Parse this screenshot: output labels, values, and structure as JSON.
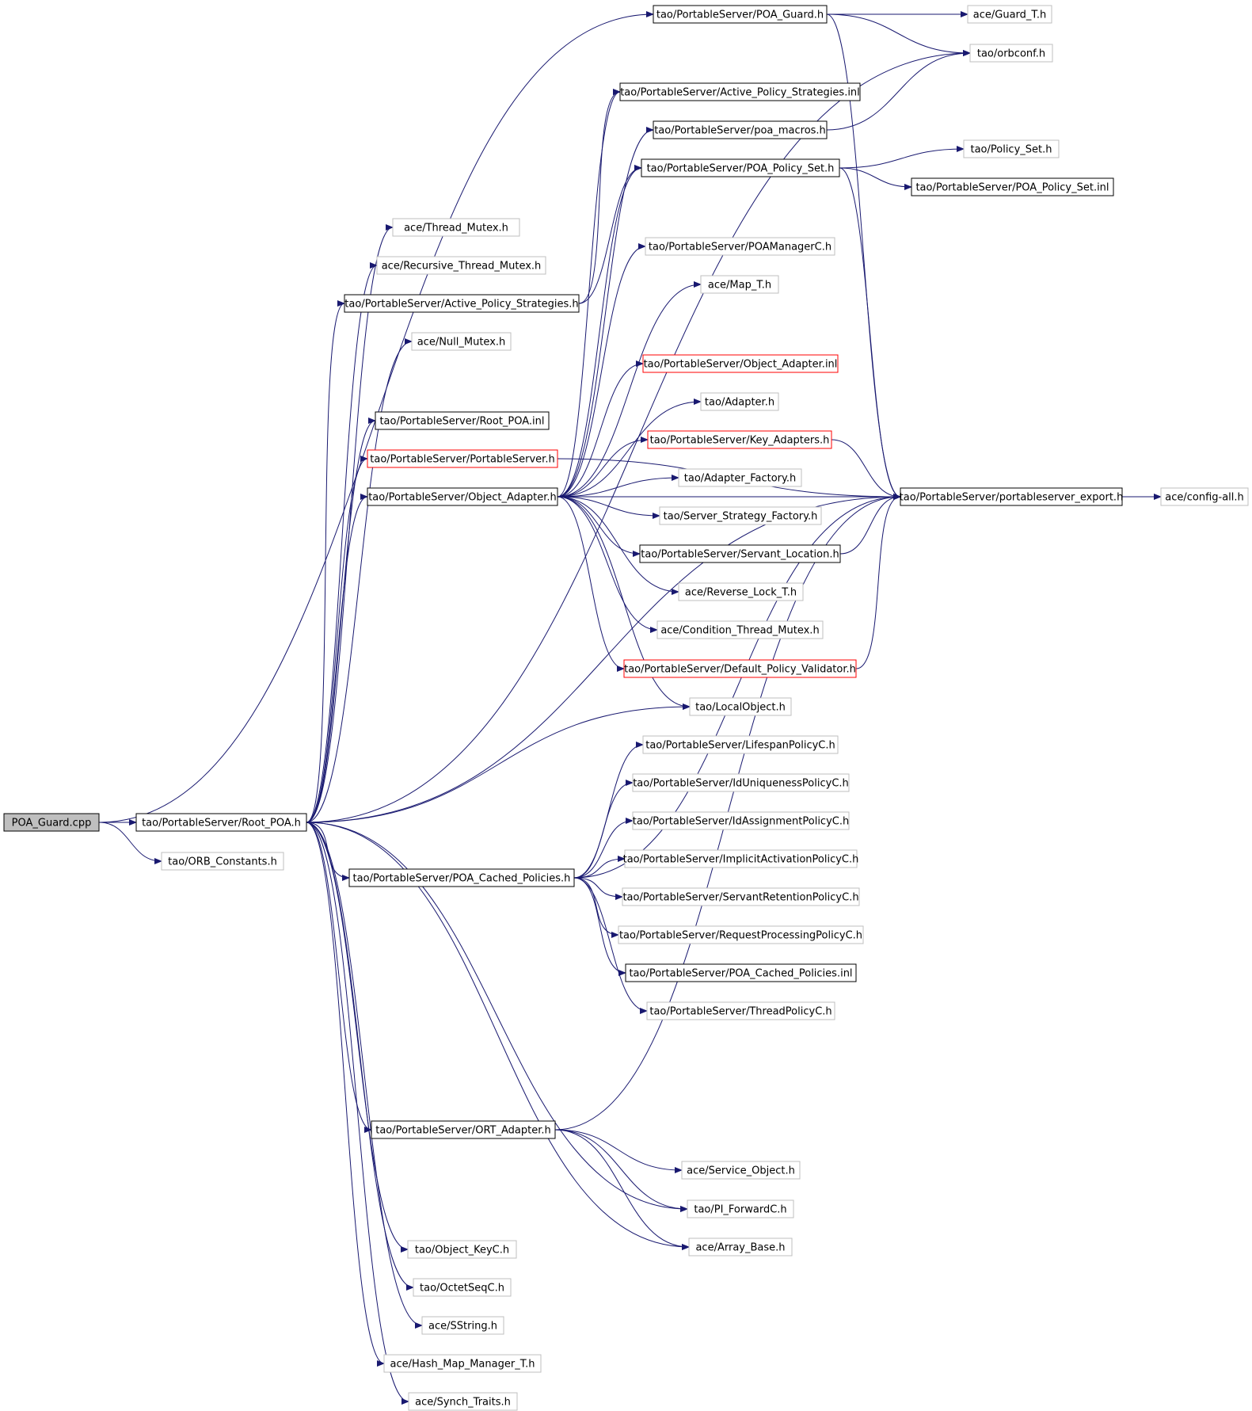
{
  "diagram": {
    "colors": {
      "edge": "#191970",
      "border_documented": "#000000",
      "border_undocumented": "#bfbfbf",
      "border_truncated": "#ff0000",
      "root_fill": "#bfbfbf",
      "fill": "#ffffff"
    },
    "nodes": [
      {
        "id": "poa_guard_cpp",
        "label": "POA_Guard.cpp",
        "style": "root"
      },
      {
        "id": "root_poa_h",
        "label": "tao/PortableServer/Root_POA.h",
        "style": "documented"
      },
      {
        "id": "orb_constants",
        "label": "tao/ORB_Constants.h",
        "style": "undocumented"
      },
      {
        "id": "poa_guard_h",
        "label": "tao/PortableServer/POA_Guard.h",
        "style": "documented"
      },
      {
        "id": "guard_t",
        "label": "ace/Guard_T.h",
        "style": "undocumented"
      },
      {
        "id": "orbconf",
        "label": "tao/orbconf.h",
        "style": "undocumented"
      },
      {
        "id": "aps_inl",
        "label": "tao/PortableServer/Active_Policy_Strategies.inl",
        "style": "documented"
      },
      {
        "id": "poa_macros",
        "label": "tao/PortableServer/poa_macros.h",
        "style": "documented"
      },
      {
        "id": "poa_policy_set_h",
        "label": "tao/PortableServer/POA_Policy_Set.h",
        "style": "documented"
      },
      {
        "id": "policy_set",
        "label": "tao/Policy_Set.h",
        "style": "undocumented"
      },
      {
        "id": "poa_policy_set_inl",
        "label": "tao/PortableServer/POA_Policy_Set.inl",
        "style": "documented"
      },
      {
        "id": "thread_mutex",
        "label": "ace/Thread_Mutex.h",
        "style": "undocumented"
      },
      {
        "id": "poamanagerc",
        "label": "tao/PortableServer/POAManagerC.h",
        "style": "undocumented"
      },
      {
        "id": "recursive_mutex",
        "label": "ace/Recursive_Thread_Mutex.h",
        "style": "undocumented"
      },
      {
        "id": "map_t",
        "label": "ace/Map_T.h",
        "style": "undocumented"
      },
      {
        "id": "aps_h",
        "label": "tao/PortableServer/Active_Policy_Strategies.h",
        "style": "documented"
      },
      {
        "id": "null_mutex",
        "label": "ace/Null_Mutex.h",
        "style": "undocumented"
      },
      {
        "id": "oa_inl",
        "label": "tao/PortableServer/Object_Adapter.inl",
        "style": "truncated"
      },
      {
        "id": "adapter_h",
        "label": "tao/Adapter.h",
        "style": "undocumented"
      },
      {
        "id": "root_poa_inl",
        "label": "tao/PortableServer/Root_POA.inl",
        "style": "documented"
      },
      {
        "id": "key_adapters",
        "label": "tao/PortableServer/Key_Adapters.h",
        "style": "truncated"
      },
      {
        "id": "portableserver_h",
        "label": "tao/PortableServer/PortableServer.h",
        "style": "truncated"
      },
      {
        "id": "adapter_factory",
        "label": "tao/Adapter_Factory.h",
        "style": "undocumented"
      },
      {
        "id": "object_adapter_h",
        "label": "tao/PortableServer/Object_Adapter.h",
        "style": "documented"
      },
      {
        "id": "ps_export",
        "label": "tao/PortableServer/portableserver_export.h",
        "style": "documented"
      },
      {
        "id": "config_all",
        "label": "ace/config-all.h",
        "style": "undocumented"
      },
      {
        "id": "server_strategy",
        "label": "tao/Server_Strategy_Factory.h",
        "style": "undocumented"
      },
      {
        "id": "servant_location",
        "label": "tao/PortableServer/Servant_Location.h",
        "style": "documented"
      },
      {
        "id": "reverse_lock",
        "label": "ace/Reverse_Lock_T.h",
        "style": "undocumented"
      },
      {
        "id": "cond_mutex",
        "label": "ace/Condition_Thread_Mutex.h",
        "style": "undocumented"
      },
      {
        "id": "default_validator",
        "label": "tao/PortableServer/Default_Policy_Validator.h",
        "style": "truncated"
      },
      {
        "id": "localobject",
        "label": "tao/LocalObject.h",
        "style": "undocumented"
      },
      {
        "id": "lifespan",
        "label": "tao/PortableServer/LifespanPolicyC.h",
        "style": "undocumented"
      },
      {
        "id": "iduniqueness",
        "label": "tao/PortableServer/IdUniquenessPolicyC.h",
        "style": "undocumented"
      },
      {
        "id": "idassignment",
        "label": "tao/PortableServer/IdAssignmentPolicyC.h",
        "style": "undocumented"
      },
      {
        "id": "implicit_act",
        "label": "tao/PortableServer/ImplicitActivationPolicyC.h",
        "style": "undocumented"
      },
      {
        "id": "poa_cached_h",
        "label": "tao/PortableServer/POA_Cached_Policies.h",
        "style": "documented"
      },
      {
        "id": "servant_retention",
        "label": "tao/PortableServer/ServantRetentionPolicyC.h",
        "style": "undocumented"
      },
      {
        "id": "request_processing",
        "label": "tao/PortableServer/RequestProcessingPolicyC.h",
        "style": "undocumented"
      },
      {
        "id": "poa_cached_inl",
        "label": "tao/PortableServer/POA_Cached_Policies.inl",
        "style": "documented"
      },
      {
        "id": "thread_policy",
        "label": "tao/PortableServer/ThreadPolicyC.h",
        "style": "undocumented"
      },
      {
        "id": "ort_adapter",
        "label": "tao/PortableServer/ORT_Adapter.h",
        "style": "documented"
      },
      {
        "id": "service_object",
        "label": "ace/Service_Object.h",
        "style": "undocumented"
      },
      {
        "id": "pi_forward",
        "label": "tao/PI_ForwardC.h",
        "style": "undocumented"
      },
      {
        "id": "array_base",
        "label": "ace/Array_Base.h",
        "style": "undocumented"
      },
      {
        "id": "object_keyc",
        "label": "tao/Object_KeyC.h",
        "style": "undocumented"
      },
      {
        "id": "octetseqc",
        "label": "tao/OctetSeqC.h",
        "style": "undocumented"
      },
      {
        "id": "sstring",
        "label": "ace/SString.h",
        "style": "undocumented"
      },
      {
        "id": "hash_map",
        "label": "ace/Hash_Map_Manager_T.h",
        "style": "undocumented"
      },
      {
        "id": "synch_traits",
        "label": "ace/Synch_Traits.h",
        "style": "undocumented"
      }
    ],
    "edges": [
      [
        "poa_guard_cpp",
        "root_poa_h"
      ],
      [
        "poa_guard_cpp",
        "orb_constants"
      ],
      [
        "poa_guard_cpp",
        "poa_guard_h"
      ],
      [
        "poa_guard_h",
        "guard_t"
      ],
      [
        "poa_guard_h",
        "orbconf"
      ],
      [
        "poa_guard_h",
        "ps_export"
      ],
      [
        "poa_macros",
        "orbconf"
      ],
      [
        "poa_policy_set_h",
        "policy_set"
      ],
      [
        "poa_policy_set_h",
        "poa_policy_set_inl"
      ],
      [
        "poa_policy_set_h",
        "ps_export"
      ],
      [
        "aps_h",
        "aps_inl"
      ],
      [
        "aps_h",
        "poa_policy_set_h"
      ],
      [
        "root_poa_h",
        "thread_mutex"
      ],
      [
        "root_poa_h",
        "recursive_mutex"
      ],
      [
        "root_poa_h",
        "aps_h"
      ],
      [
        "root_poa_h",
        "null_mutex"
      ],
      [
        "root_poa_h",
        "ps_export"
      ],
      [
        "root_poa_h",
        "root_poa_inl"
      ],
      [
        "root_poa_h",
        "portableserver_h"
      ],
      [
        "root_poa_h",
        "object_adapter_h"
      ],
      [
        "root_poa_h",
        "localobject"
      ],
      [
        "root_poa_h",
        "poa_cached_h"
      ],
      [
        "root_poa_h",
        "ort_adapter"
      ],
      [
        "root_poa_h",
        "pi_forward"
      ],
      [
        "root_poa_h",
        "array_base"
      ],
      [
        "root_poa_h",
        "object_keyc"
      ],
      [
        "root_poa_h",
        "octetseqc"
      ],
      [
        "root_poa_h",
        "sstring"
      ],
      [
        "root_poa_h",
        "hash_map"
      ],
      [
        "root_poa_h",
        "synch_traits"
      ],
      [
        "root_poa_h",
        "orbconf"
      ],
      [
        "portableserver_h",
        "ps_export"
      ],
      [
        "object_adapter_h",
        "aps_inl"
      ],
      [
        "object_adapter_h",
        "poa_macros"
      ],
      [
        "object_adapter_h",
        "poa_policy_set_h"
      ],
      [
        "object_adapter_h",
        "ps_export"
      ],
      [
        "object_adapter_h",
        "poamanagerc"
      ],
      [
        "object_adapter_h",
        "map_t"
      ],
      [
        "object_adapter_h",
        "oa_inl"
      ],
      [
        "object_adapter_h",
        "adapter_h"
      ],
      [
        "object_adapter_h",
        "key_adapters"
      ],
      [
        "object_adapter_h",
        "adapter_factory"
      ],
      [
        "object_adapter_h",
        "server_strategy"
      ],
      [
        "object_adapter_h",
        "servant_location"
      ],
      [
        "object_adapter_h",
        "reverse_lock"
      ],
      [
        "object_adapter_h",
        "cond_mutex"
      ],
      [
        "object_adapter_h",
        "default_validator"
      ],
      [
        "object_adapter_h",
        "localobject"
      ],
      [
        "key_adapters",
        "ps_export"
      ],
      [
        "servant_location",
        "ps_export"
      ],
      [
        "default_validator",
        "ps_export"
      ],
      [
        "ps_export",
        "config_all"
      ],
      [
        "poa_cached_h",
        "lifespan"
      ],
      [
        "poa_cached_h",
        "iduniqueness"
      ],
      [
        "poa_cached_h",
        "idassignment"
      ],
      [
        "poa_cached_h",
        "implicit_act"
      ],
      [
        "poa_cached_h",
        "servant_retention"
      ],
      [
        "poa_cached_h",
        "request_processing"
      ],
      [
        "poa_cached_h",
        "poa_cached_inl"
      ],
      [
        "poa_cached_h",
        "thread_policy"
      ],
      [
        "poa_cached_h",
        "ps_export"
      ],
      [
        "ort_adapter",
        "ps_export"
      ],
      [
        "ort_adapter",
        "service_object"
      ],
      [
        "ort_adapter",
        "pi_forward"
      ],
      [
        "ort_adapter",
        "array_base"
      ]
    ]
  }
}
